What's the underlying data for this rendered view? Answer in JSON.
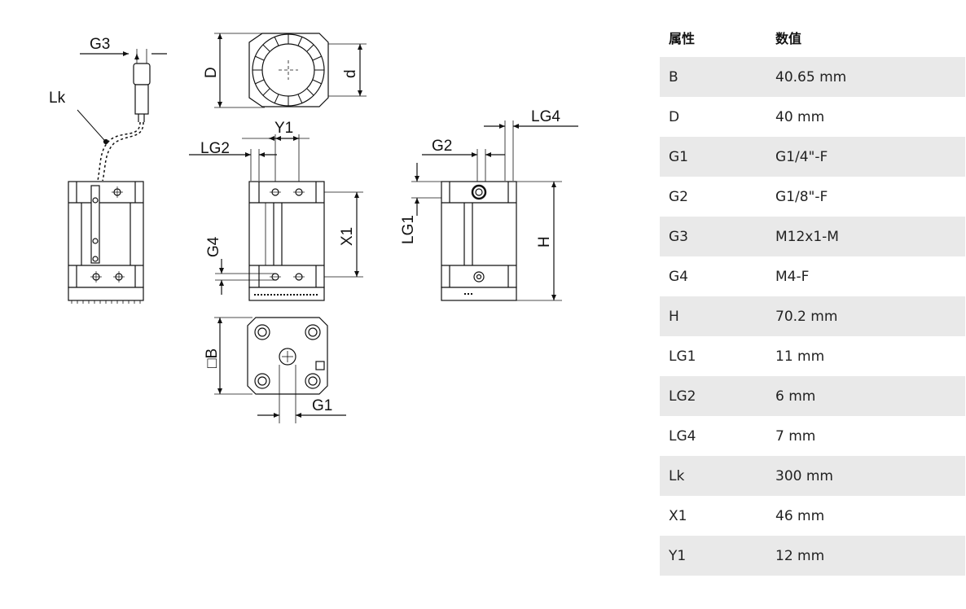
{
  "drawing": {
    "labels": {
      "g3": "G3",
      "lk": "Lk",
      "d_upper": "D",
      "d_lower": "d",
      "y1": "Y1",
      "lg2": "LG2",
      "g4": "G4",
      "x1": "X1",
      "lg4": "LG4",
      "g2": "G2",
      "lg1": "LG1",
      "h": "H",
      "b": "□B",
      "g1": "G1"
    }
  },
  "table": {
    "headers": [
      "属性",
      "数值"
    ],
    "rows": [
      {
        "name": "B",
        "value": "40.65 mm"
      },
      {
        "name": "D",
        "value": "40 mm"
      },
      {
        "name": "G1",
        "value": "G1/4\"-F"
      },
      {
        "name": "G2",
        "value": "G1/8\"-F"
      },
      {
        "name": "G3",
        "value": "M12x1-M"
      },
      {
        "name": "G4",
        "value": "M4-F"
      },
      {
        "name": "H",
        "value": "70.2 mm"
      },
      {
        "name": "LG1",
        "value": "11 mm"
      },
      {
        "name": "LG2",
        "value": "6 mm"
      },
      {
        "name": "LG4",
        "value": "7 mm"
      },
      {
        "name": "Lk",
        "value": "300 mm"
      },
      {
        "name": "X1",
        "value": "46 mm"
      },
      {
        "name": "Y1",
        "value": "12 mm"
      }
    ]
  }
}
